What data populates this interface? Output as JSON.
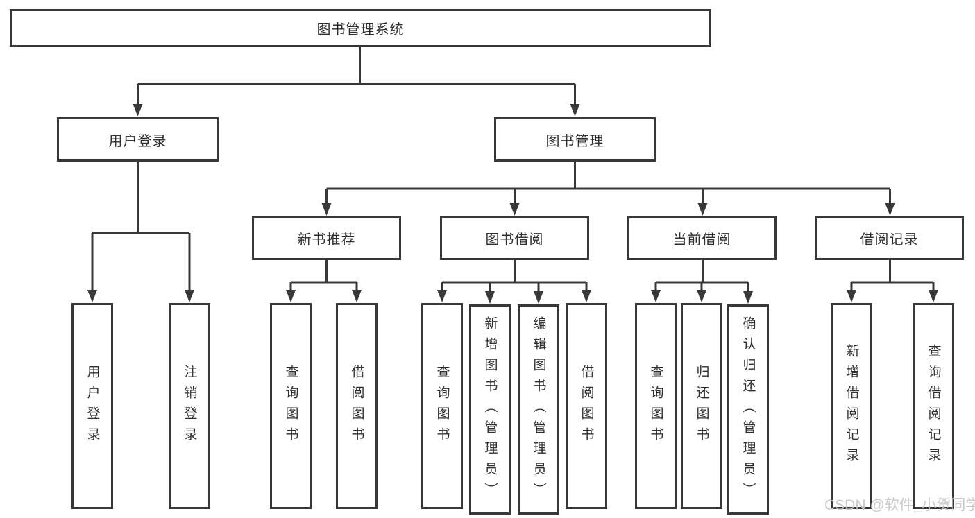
{
  "diagram": {
    "root": {
      "label": "图书管理系统"
    },
    "branches": {
      "login": {
        "label": "用户登录",
        "children": [
          "用户登录",
          "注销登录"
        ]
      },
      "management": {
        "label": "图书管理",
        "sections": [
          {
            "label": "新书推荐",
            "children": [
              "查询图书",
              "借阅图书"
            ]
          },
          {
            "label": "图书借阅",
            "children": [
              "查询图书",
              "新增图书（管理员）",
              "编辑图书（管理员）",
              "借阅图书"
            ]
          },
          {
            "label": "当前借阅",
            "children": [
              "查询图书",
              "归还图书",
              "确认归还（管理员）"
            ]
          },
          {
            "label": "借阅记录",
            "children": [
              "新增借阅记录",
              "查询借阅记录"
            ]
          }
        ]
      }
    }
  },
  "watermark": {
    "text": "CSDN @软件_小贺同学"
  },
  "colors": {
    "line": "#383838",
    "box_border": "#383838",
    "text": "#2f2f2f",
    "watermark": "#c6c6c6",
    "background": "#ffffff"
  }
}
